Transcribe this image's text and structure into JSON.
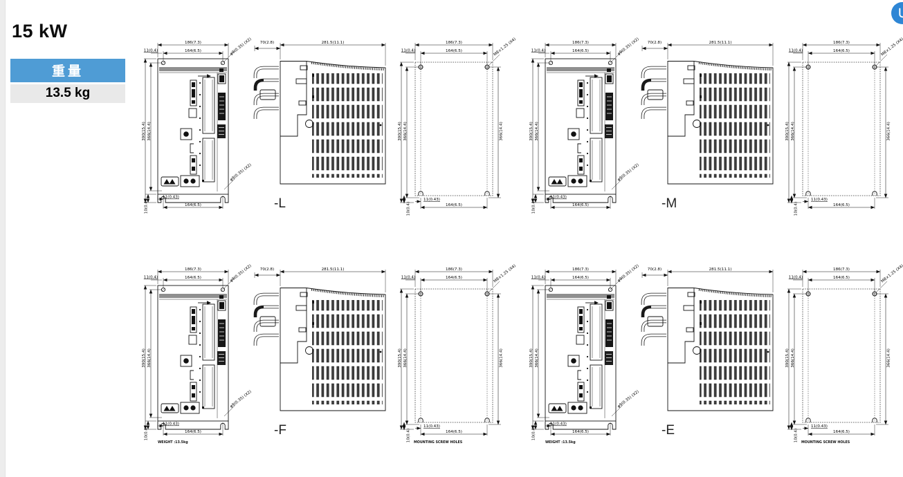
{
  "page": {
    "title": "15 kW"
  },
  "weight_card": {
    "header": "重量",
    "value": "13.5 kg"
  },
  "colors": {
    "accent_blue": "#4F9CD5",
    "value_bg": "#E9E9E9",
    "fab_blue": "#2E86D5",
    "line": "#111111"
  },
  "dims": {
    "overall_width": "186(7.3)",
    "hole_pitch_h": "164(6.5)",
    "hole_offset_top": "11(0.4)",
    "overall_height": "390(15.4)",
    "hole_pitch_v": "366(14.4)",
    "bottom_offset": "10(0.4)",
    "bottom_notch": "11(0.43)",
    "bottom_pitch": "164(6.5)",
    "front_hole": "φ9(0.35) (X2)",
    "front_protrusion": "70(2.8)",
    "depth": "281.5(11.1)",
    "mount_screw": "M8×1.25 (X4)"
  },
  "groups": [
    {
      "label": "-L",
      "weight_note": "",
      "mounting_note": ""
    },
    {
      "label": "-M",
      "weight_note": "",
      "mounting_note": ""
    },
    {
      "label": "-F",
      "weight_note": "WEIGHT :13.5kg",
      "mounting_note": "MOUNTING SCREW HOLES"
    },
    {
      "label": "-E",
      "weight_note": "WEIGHT :13.5kg",
      "mounting_note": "MOUNTING SCREW HOLES"
    }
  ],
  "fab": {
    "icon": "shortcut-arrow-icon"
  }
}
